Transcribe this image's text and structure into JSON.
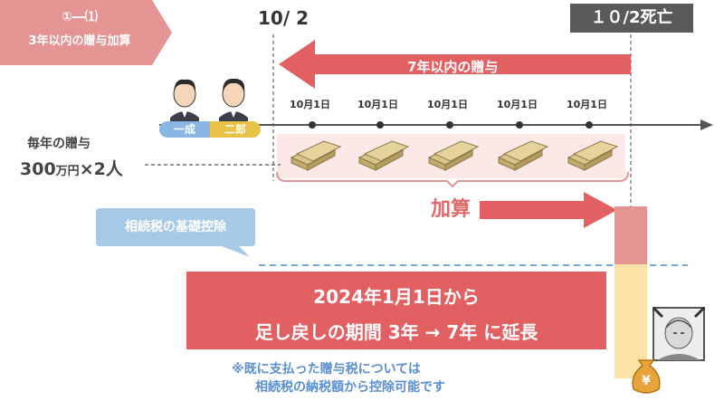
{
  "badge": {
    "line1": "①―⑴",
    "line2": "3年以内の贈与加算",
    "color": "#e59494"
  },
  "timeline": {
    "start_date": "10/ 2",
    "death_label": "１０/2死亡",
    "gift_period_label": "7年以内の贈与",
    "dates": [
      "10月1日",
      "10月1日",
      "10月1日",
      "10月1日",
      "10月1日"
    ]
  },
  "persons": {
    "person1": "一成",
    "person2": "二郎"
  },
  "annual_gift": {
    "label": "毎年の贈与",
    "amount_prefix": "300",
    "amount_unit": "万円",
    "amount_suffix": "×2人"
  },
  "add_label": "加算",
  "basic_deduction": "相続税の基礎控除",
  "banner": {
    "line1": "2024年1月1日から",
    "line2": "足し戻しの期間 3年 → 7年 に延長"
  },
  "note": {
    "line1": "※既に支払った贈与税については",
    "line2": "相続税の納税額から控除可能です"
  },
  "colors": {
    "red": "#e26062",
    "pink": "#e59494",
    "blue": "#a7c9e8",
    "cream": "#fbe3a8",
    "person1_tag": "#8ab6e6",
    "person2_tag": "#e8c248"
  },
  "icons": [
    "money-stack-icon",
    "person-icon",
    "elderly-person-icon",
    "money-bag-icon"
  ]
}
